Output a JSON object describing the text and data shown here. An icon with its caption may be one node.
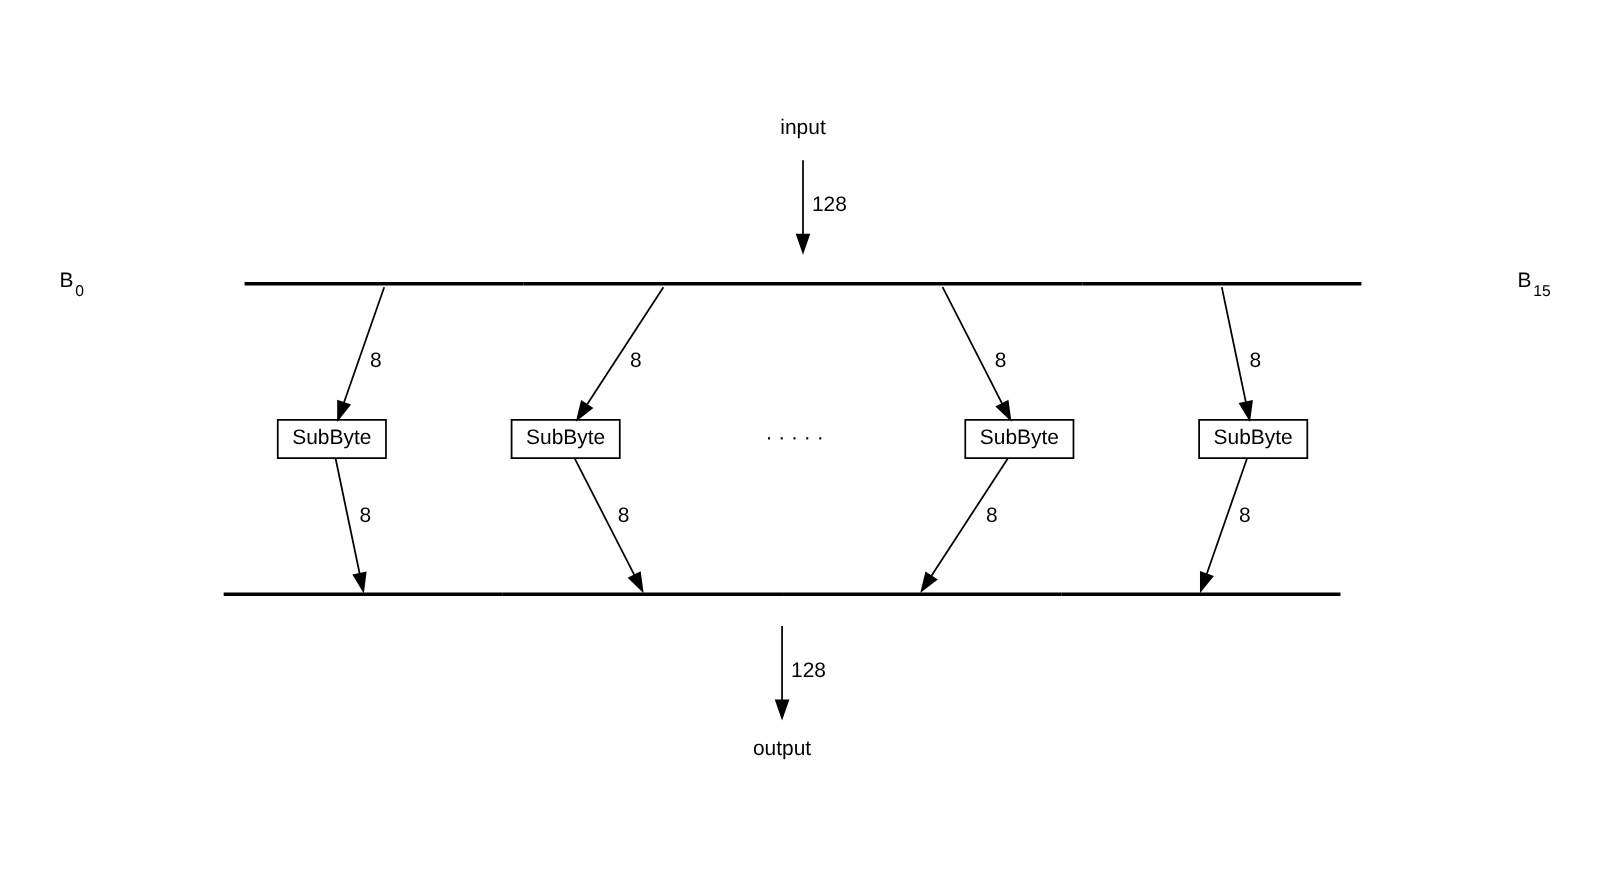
{
  "diagram": {
    "nodes": [
      {
        "text": [
          "input"
        ]
      },
      {
        "text": [],
        "shape": "bar"
      },
      {
        "text": [
          "SubByte"
        ]
      },
      {
        "text": [
          "SubByte"
        ]
      },
      {
        "text": [
          "SubByte"
        ]
      },
      {
        "text": [
          "SubByte"
        ]
      },
      {
        "text": [],
        "shape": "bar"
      },
      {
        "text": [
          "output"
        ]
      }
    ],
    "edges": [
      {
        "from": 0,
        "to": 1,
        "arrow": "to",
        "label": "128"
      },
      {
        "from": 1,
        "to": 2,
        "arrow": "to",
        "label": "8"
      },
      {
        "from": 1,
        "to": 3,
        "arrow": "to",
        "label": "8"
      },
      {
        "from": 1,
        "to": 4,
        "arrow": "to",
        "label": "8"
      },
      {
        "from": 1,
        "to": 5,
        "arrow": "to",
        "label": "8"
      },
      {
        "from": 2,
        "to": 6,
        "arrow": "to",
        "label": "8"
      },
      {
        "from": 3,
        "to": 6,
        "arrow": "to",
        "label": "8"
      },
      {
        "from": 4,
        "to": 6,
        "arrow": "to",
        "label": "8"
      },
      {
        "from": 5,
        "to": 6,
        "arrow": "to",
        "label": "8"
      },
      {
        "from": 6,
        "to": 7,
        "arrow": "to",
        "label": "128"
      }
    ],
    "labels": [
      "B$_{0}$",
      "B$_{15}$",
      "· · · · ·"
    ]
  }
}
